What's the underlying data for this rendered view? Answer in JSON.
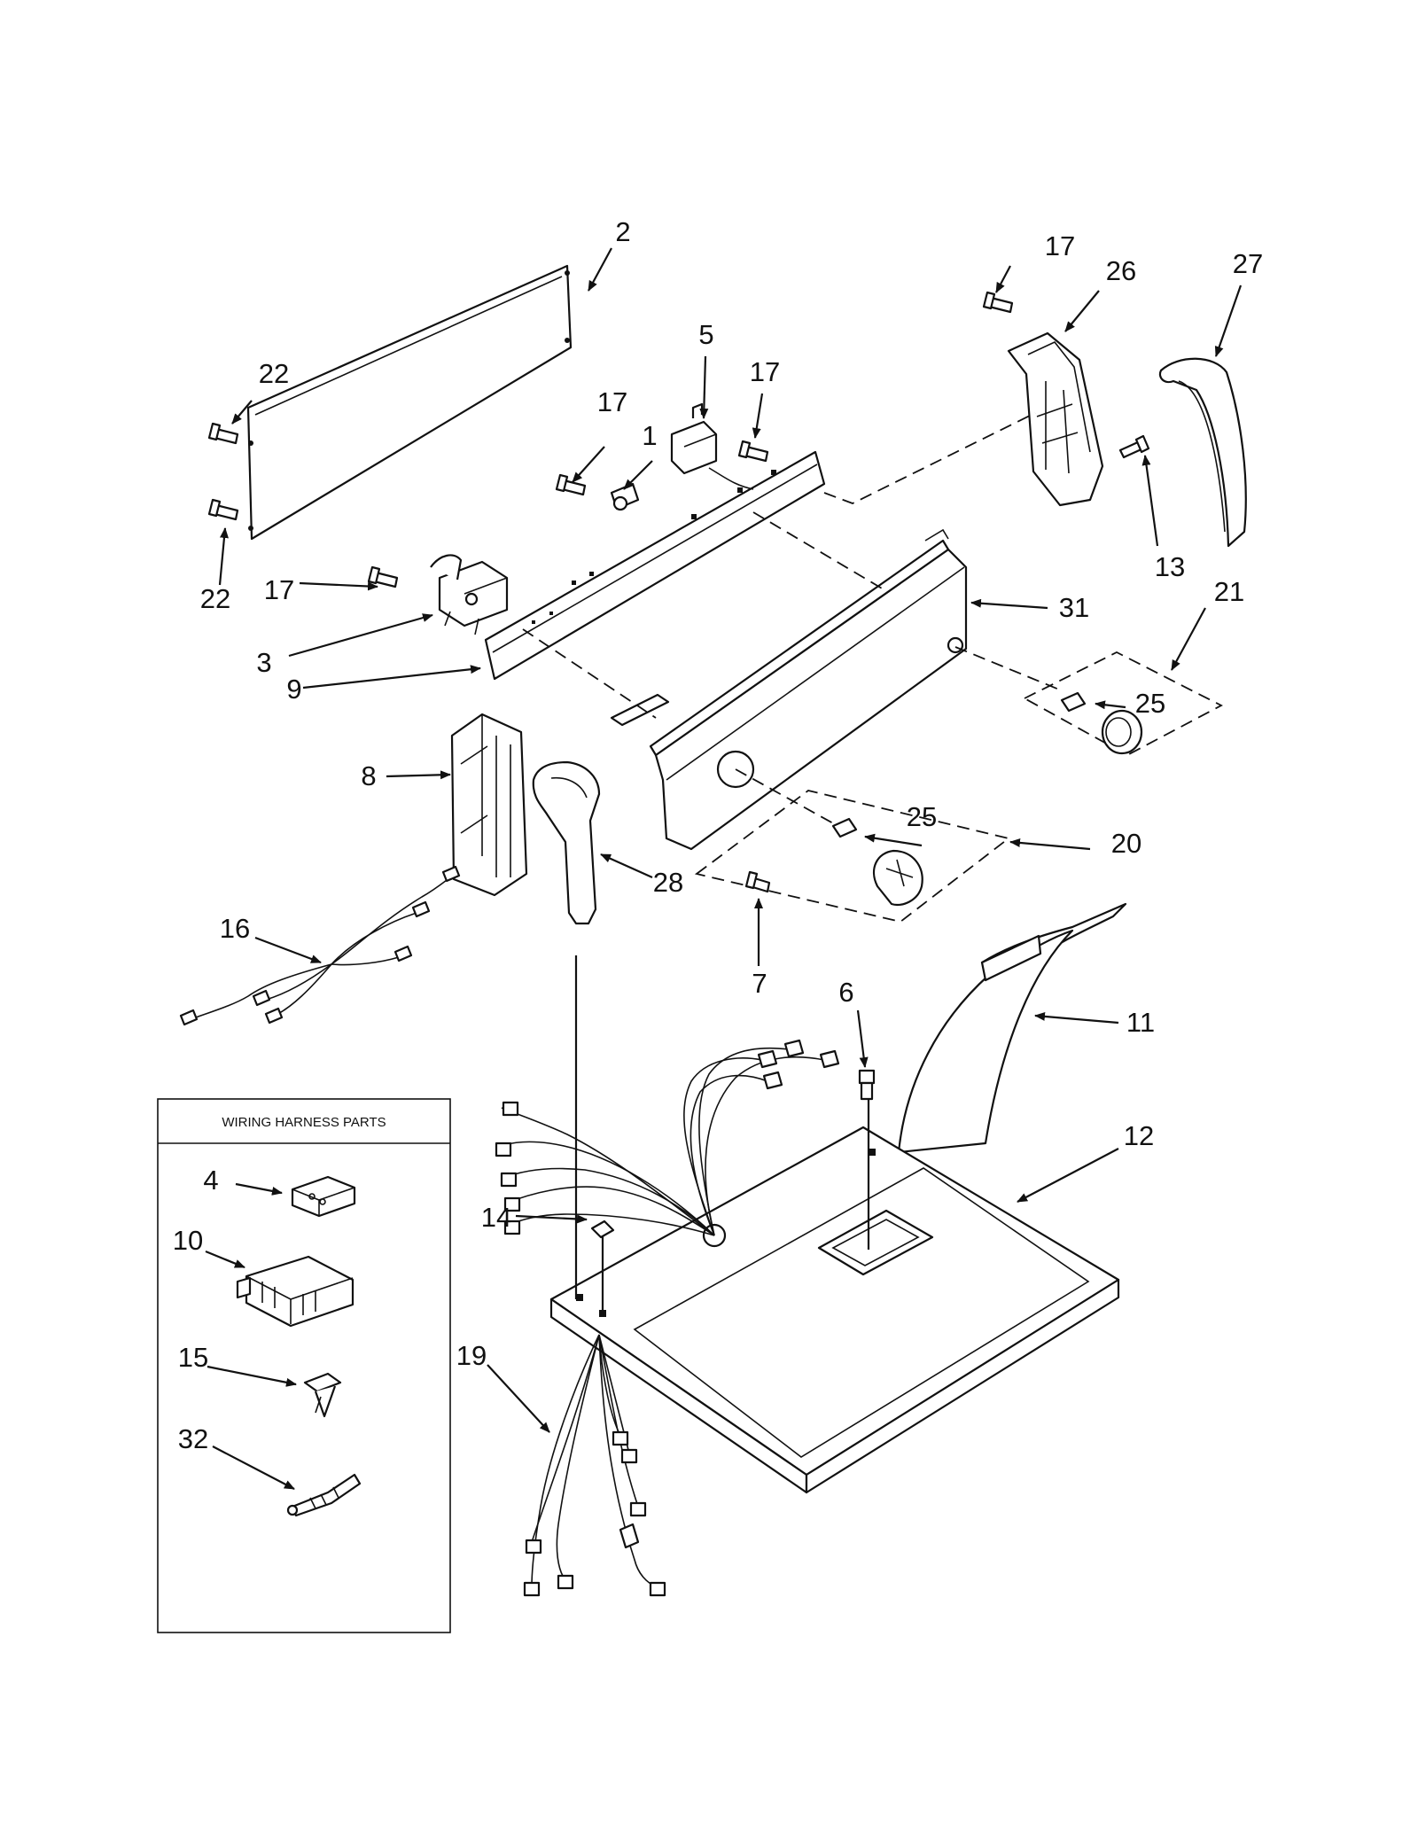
{
  "title": "",
  "inset_box": {
    "title": "WIRING HARNESS PARTS"
  },
  "callouts": [
    "1",
    "2",
    "3",
    "4",
    "5",
    "6",
    "7",
    "8",
    "9",
    "10",
    "11",
    "12",
    "13",
    "14",
    "15",
    "16",
    "17",
    "17",
    "17",
    "17",
    "19",
    "20",
    "21",
    "22",
    "22",
    "25",
    "25",
    "26",
    "27",
    "28",
    "31",
    "32"
  ],
  "labels": {
    "n1": "1",
    "n2": "2",
    "n3": "3",
    "n4": "4",
    "n5": "5",
    "n6": "6",
    "n7": "7",
    "n8": "8",
    "n9": "9",
    "n10": "10",
    "n11": "11",
    "n12": "12",
    "n13": "13",
    "n14": "14",
    "n15": "15",
    "n16": "16",
    "n17a": "17",
    "n17b": "17",
    "n17c": "17",
    "n17d": "17",
    "n19": "19",
    "n20": "20",
    "n21": "21",
    "n22a": "22",
    "n22b": "22",
    "n25a": "25",
    "n25b": "25",
    "n26": "26",
    "n27": "27",
    "n28": "28",
    "n31": "31",
    "n32": "32"
  },
  "colors": {
    "line": "#111111",
    "background": "#ffffff",
    "shading": "#cfcfcf"
  }
}
